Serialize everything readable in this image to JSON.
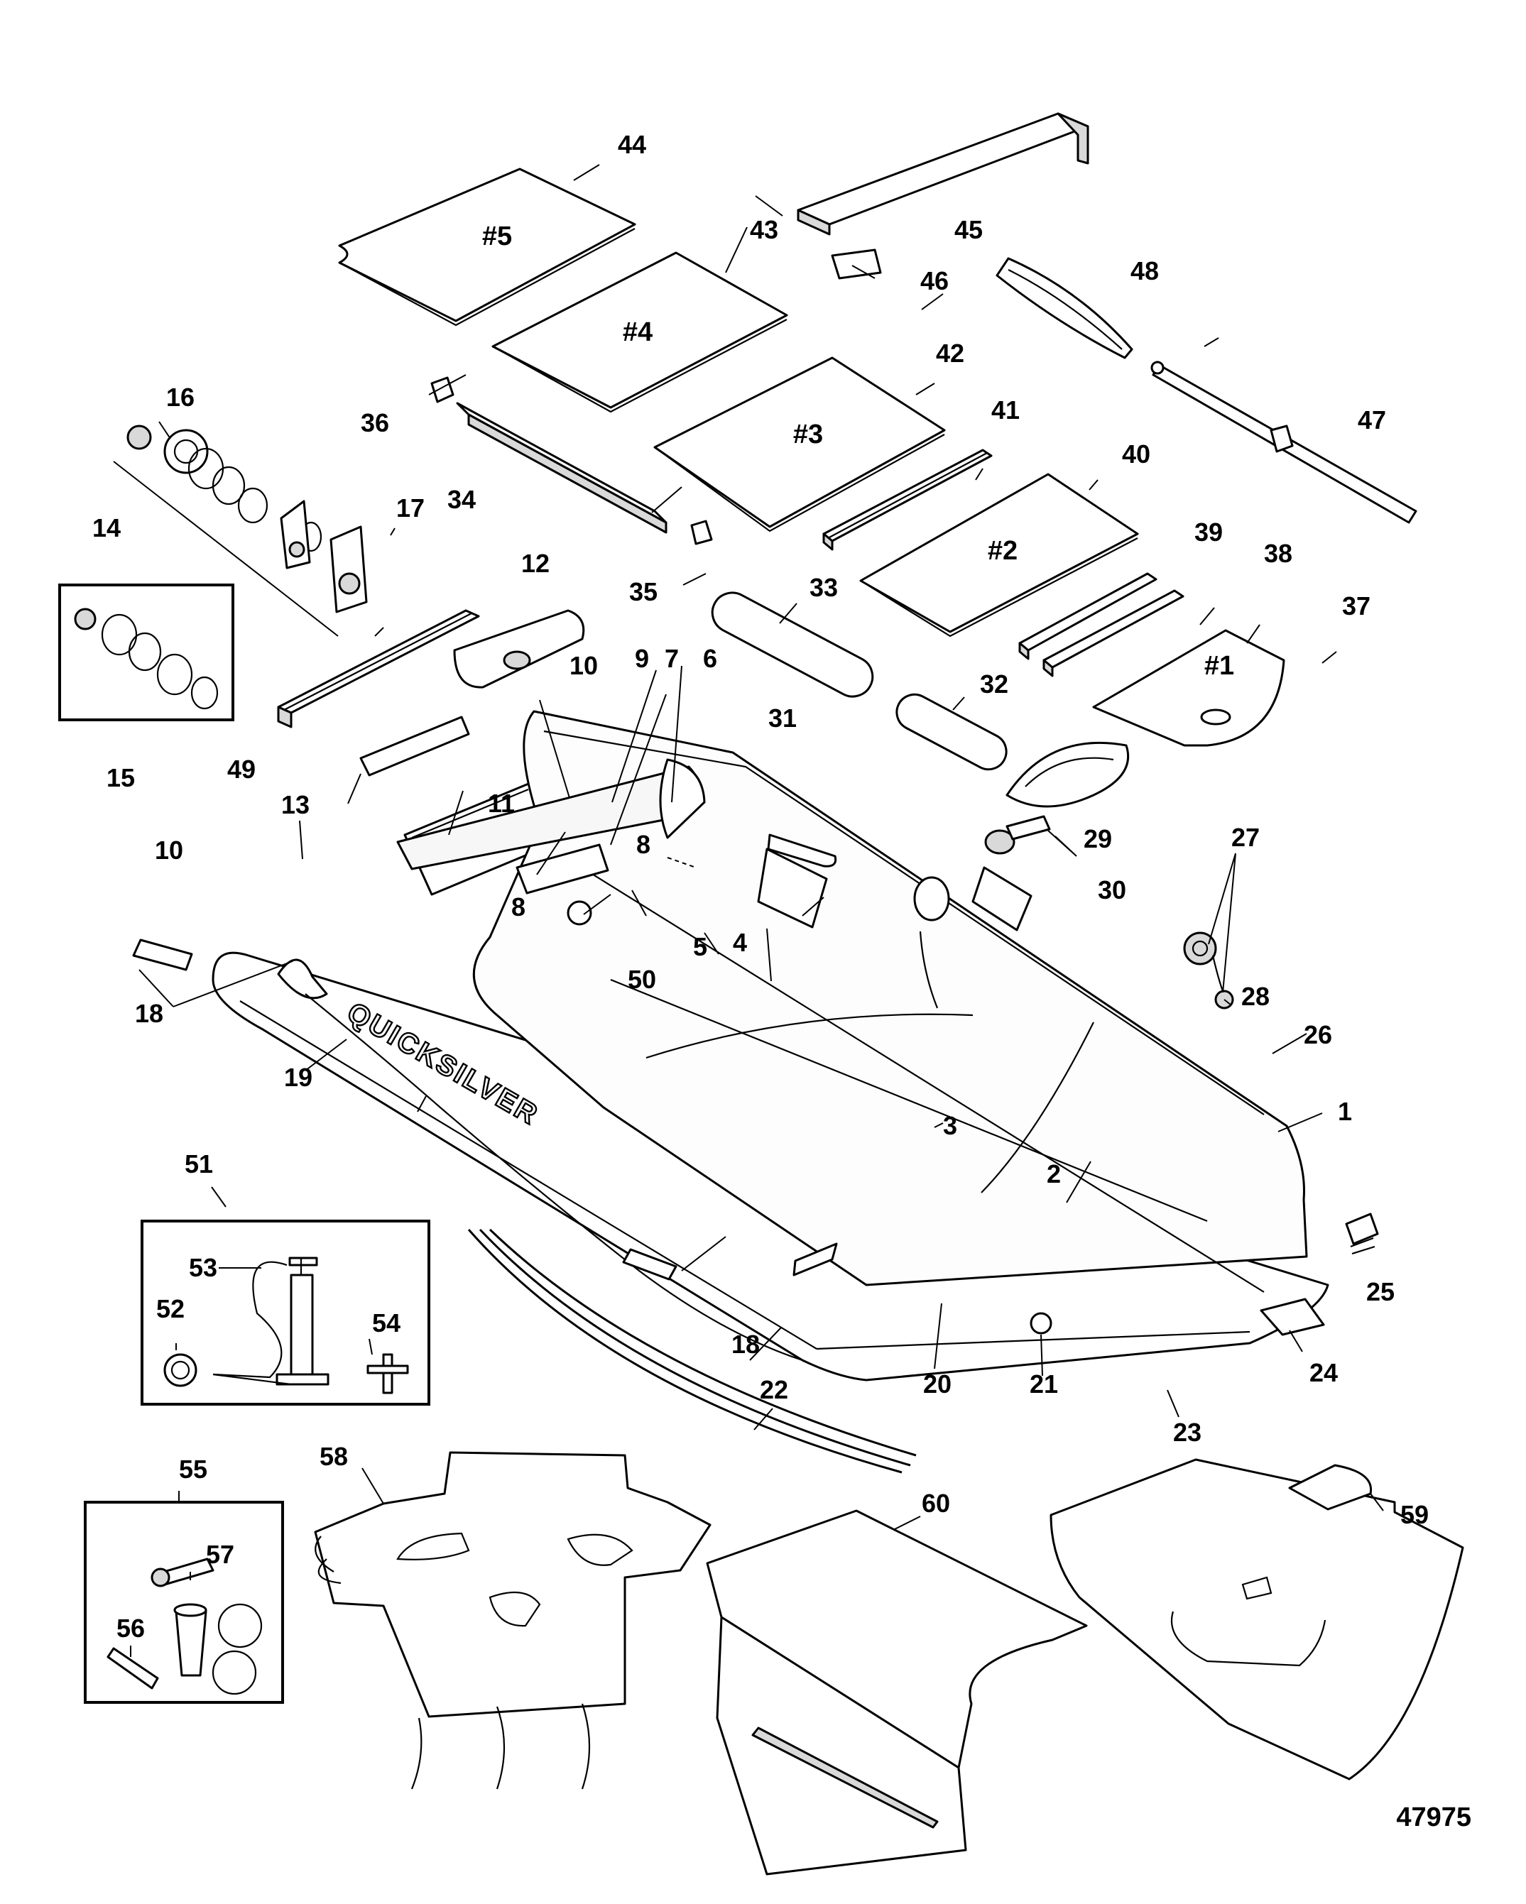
{
  "figure_number": "47975",
  "brand_text": "QUICKSILVER",
  "floor_panels": [
    "#1",
    "#2",
    "#3",
    "#4",
    "#5"
  ],
  "callouts": [
    {
      "id": "c1",
      "text": "1"
    },
    {
      "id": "c2",
      "text": "2"
    },
    {
      "id": "c3",
      "text": "3"
    },
    {
      "id": "c4",
      "text": "4"
    },
    {
      "id": "c5",
      "text": "5"
    },
    {
      "id": "c6",
      "text": "6"
    },
    {
      "id": "c7",
      "text": "7"
    },
    {
      "id": "c8a",
      "text": "8"
    },
    {
      "id": "c8b",
      "text": "8"
    },
    {
      "id": "c9",
      "text": "9"
    },
    {
      "id": "c10a",
      "text": "10"
    },
    {
      "id": "c10b",
      "text": "10"
    },
    {
      "id": "c11",
      "text": "11"
    },
    {
      "id": "c12",
      "text": "12"
    },
    {
      "id": "c13",
      "text": "13"
    },
    {
      "id": "c14",
      "text": "14"
    },
    {
      "id": "c15",
      "text": "15"
    },
    {
      "id": "c16",
      "text": "16"
    },
    {
      "id": "c17",
      "text": "17"
    },
    {
      "id": "c18a",
      "text": "18"
    },
    {
      "id": "c18b",
      "text": "18"
    },
    {
      "id": "c19",
      "text": "19"
    },
    {
      "id": "c20",
      "text": "20"
    },
    {
      "id": "c21",
      "text": "21"
    },
    {
      "id": "c22",
      "text": "22"
    },
    {
      "id": "c23",
      "text": "23"
    },
    {
      "id": "c24",
      "text": "24"
    },
    {
      "id": "c25",
      "text": "25"
    },
    {
      "id": "c26",
      "text": "26"
    },
    {
      "id": "c27",
      "text": "27"
    },
    {
      "id": "c28",
      "text": "28"
    },
    {
      "id": "c29",
      "text": "29"
    },
    {
      "id": "c30",
      "text": "30"
    },
    {
      "id": "c31",
      "text": "31"
    },
    {
      "id": "c32",
      "text": "32"
    },
    {
      "id": "c33",
      "text": "33"
    },
    {
      "id": "c34",
      "text": "34"
    },
    {
      "id": "c35",
      "text": "35"
    },
    {
      "id": "c36",
      "text": "36"
    },
    {
      "id": "c37",
      "text": "37"
    },
    {
      "id": "c38",
      "text": "38"
    },
    {
      "id": "c39",
      "text": "39"
    },
    {
      "id": "c40",
      "text": "40"
    },
    {
      "id": "c41",
      "text": "41"
    },
    {
      "id": "c42",
      "text": "42"
    },
    {
      "id": "c43",
      "text": "43"
    },
    {
      "id": "c44",
      "text": "44"
    },
    {
      "id": "c45",
      "text": "45"
    },
    {
      "id": "c46",
      "text": "46"
    },
    {
      "id": "c47",
      "text": "47"
    },
    {
      "id": "c48",
      "text": "48"
    },
    {
      "id": "c49",
      "text": "49"
    },
    {
      "id": "c50",
      "text": "50"
    },
    {
      "id": "c51",
      "text": "51"
    },
    {
      "id": "c52",
      "text": "52"
    },
    {
      "id": "c53",
      "text": "53"
    },
    {
      "id": "c54",
      "text": "54"
    },
    {
      "id": "c55",
      "text": "55"
    },
    {
      "id": "c56",
      "text": "56"
    },
    {
      "id": "c57",
      "text": "57"
    },
    {
      "id": "c58",
      "text": "58"
    },
    {
      "id": "c59",
      "text": "59"
    },
    {
      "id": "c60",
      "text": "60"
    }
  ]
}
